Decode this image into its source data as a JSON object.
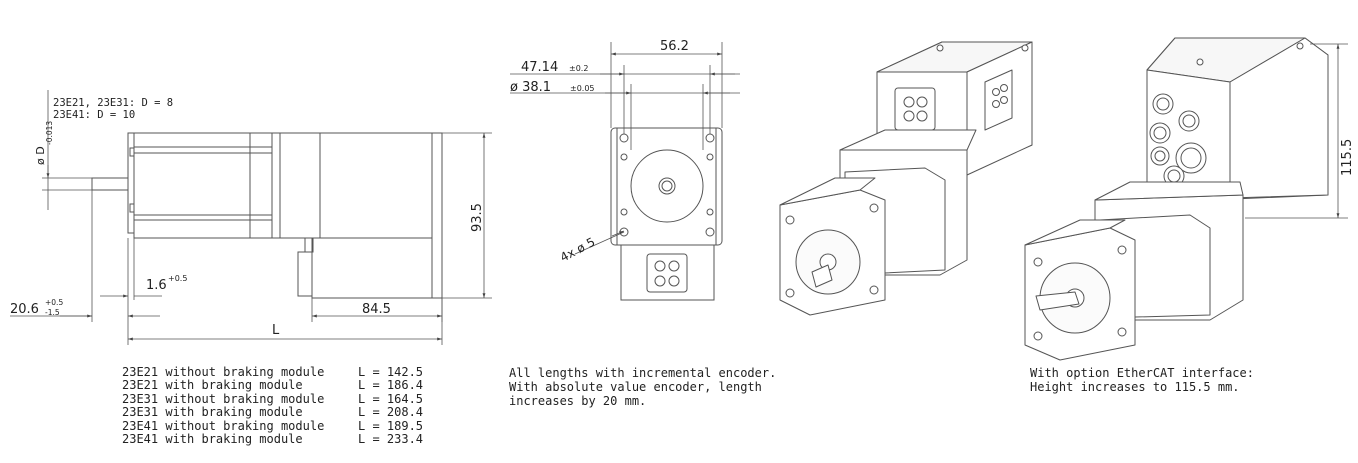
{
  "side_view": {
    "shaft_note_line1": "23E21, 23E31: D = 8",
    "shaft_note_line2": "23E41: D = 10",
    "shaft_dim_label": "ø D",
    "shaft_tol": "-0.013",
    "flange_dim_base": "1.6",
    "flange_dim_tol": "+0.5",
    "shaft_len_base": "20.6",
    "shaft_len_tol_up": "+0.5",
    "shaft_len_tol_down": "-1.5",
    "height_dim": "93.5",
    "module_len_dim": "84.5",
    "total_len_label": "L"
  },
  "front_view": {
    "width_dim": "56.2",
    "bolt_circle_base": "47.14",
    "bolt_circle_tol": "±0.2",
    "pilot_base": "ø 38.1",
    "pilot_tol": "±0.05",
    "holes_label": "4x ø 5"
  },
  "iso_view": {
    "height_dim": "115.5"
  },
  "length_table": [
    {
      "model": "23E21 without braking module",
      "value": "L = 142.5"
    },
    {
      "model": "23E21 with braking module",
      "value": "L = 186.4"
    },
    {
      "model": "23E31 without braking module",
      "value": "L = 164.5"
    },
    {
      "model": "23E31 with braking module",
      "value": "L = 208.4"
    },
    {
      "model": "23E41 without braking module",
      "value": "L = 189.5"
    },
    {
      "model": "23E41 with braking module",
      "value": "L = 233.4"
    }
  ],
  "captions": {
    "encoder_line1": "All lengths with incremental encoder.",
    "encoder_line2": "With absolute value encoder, length",
    "encoder_line3": "increases by 20 mm.",
    "ethercat_line1": "With option EtherCAT interface:",
    "ethercat_line2": "Height increases to 115.5 mm."
  }
}
